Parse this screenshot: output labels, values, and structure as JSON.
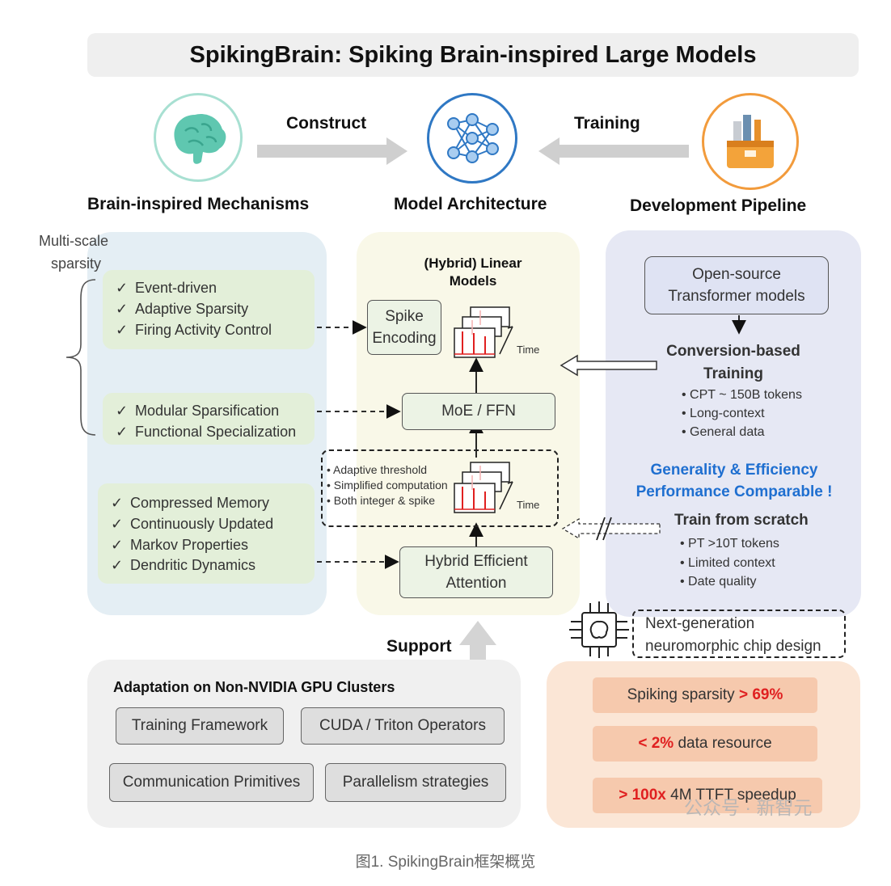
{
  "title": "SpikingBrain: Spiking Brain-inspired Large Models",
  "top": {
    "left_label": "Brain-inspired Mechanisms",
    "center_label": "Model Architecture",
    "right_label": "Development Pipeline",
    "construct_label": "Construct",
    "training_label": "Training"
  },
  "left_panel": {
    "multi_scale_line1": "Multi-scale",
    "multi_scale_line2": "sparsity",
    "group1": [
      "Event-driven",
      "Adaptive Sparsity",
      "Firing Activity Control"
    ],
    "group2": [
      "Modular Sparsification",
      "Functional Specialization"
    ],
    "group3": [
      "Compressed Memory",
      "Continuously Updated",
      "Markov Properties",
      "Dendritic Dynamics"
    ],
    "check_mark": "✓"
  },
  "center_panel": {
    "heading_line1": "(Hybrid) Linear",
    "heading_line2": "Models",
    "spike_encoding_line1": "Spike",
    "spike_encoding_line2": "Encoding",
    "time_label": "Time",
    "moe_ffn": "MoE / FFN",
    "notes": [
      "Adaptive threshold",
      "Simplified computation",
      "Both integer & spike"
    ],
    "attention_line1": "Hybrid Efficient",
    "attention_line2": "Attention"
  },
  "right_panel": {
    "open_source_line1": "Open-source",
    "open_source_line2": "Transformer models",
    "conversion_line1": "Conversion-based",
    "conversion_line2": "Training",
    "conversion_bullets": [
      "CPT ~ 150B tokens",
      "Long-context",
      "General data"
    ],
    "generality_line1": "Generality & Efficiency",
    "generality_line2": "Performance Comparable !",
    "scratch_title": "Train from scratch",
    "scratch_bullets": [
      "PT >10T tokens",
      "Limited context",
      "Date quality"
    ]
  },
  "chip": {
    "line1": "Next-generation",
    "line2": "neuromorphic chip design"
  },
  "support_label": "Support",
  "bottom_left": {
    "title": "Adaptation on Non-NVIDIA GPU Clusters",
    "buttons": [
      "Training Framework",
      "CUDA / Triton Operators",
      "Communication Primitives",
      "Parallelism strategies"
    ]
  },
  "bottom_right": {
    "item1_text": "Spiking sparsity",
    "item1_value": "> 69%",
    "item2_value": "< 2%",
    "item2_text": "data resource",
    "item3_value": "> 100x",
    "item3_text": "4M TTFT speedup"
  },
  "watermark": "公众号 · 新智元",
  "caption": "图1. SpikingBrain框架概览",
  "colors": {
    "brain_teal": "#5fc7b0",
    "network_blue": "#2f78c4",
    "toolbox_orange": "#f29b3c",
    "accent_blue": "#1f6fd0",
    "highlight_red": "#e02020"
  }
}
